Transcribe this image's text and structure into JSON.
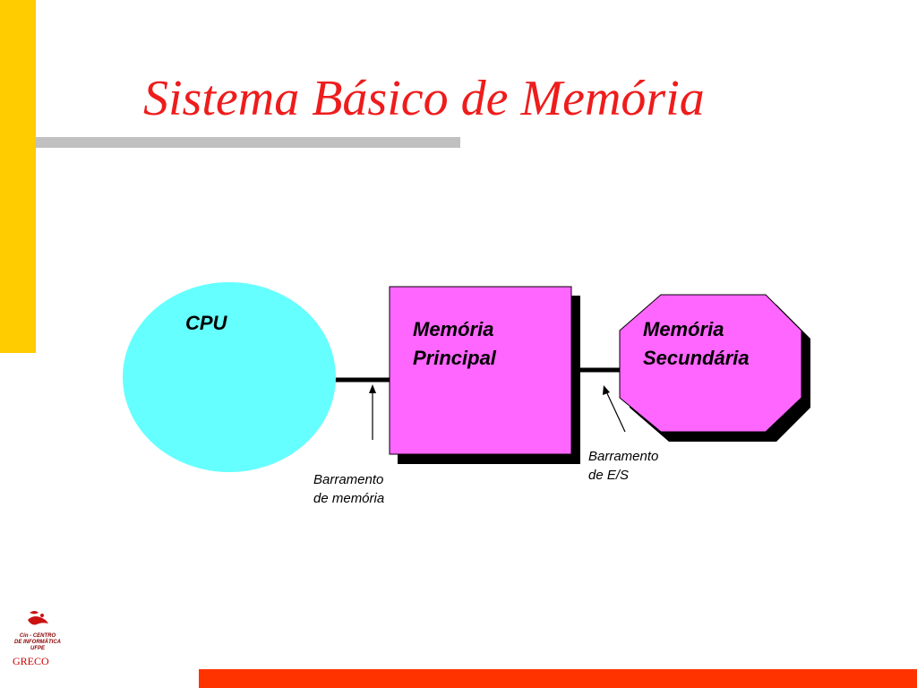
{
  "slide": {
    "title": "Sistema Básico de Memória"
  },
  "diagram": {
    "cpu_label": "CPU",
    "main_memory_label": [
      "Memória",
      "Principal"
    ],
    "secondary_memory_label": [
      "Memória",
      "Secundária"
    ],
    "memory_bus_label": [
      "Barramento",
      "de memória"
    ],
    "io_bus_label": [
      "Barramento",
      "de E/S"
    ]
  },
  "colors": {
    "accent_yellow": "#ffcc00",
    "title_red": "#ee1c1c",
    "cpu_cyan": "#66ffff",
    "memory_magenta": "#ff66ff",
    "footer_orange": "#ff3300"
  },
  "logo": {
    "icon": "cin-ufpe-logo-icon",
    "text": [
      "Cin - CENTRO",
      "DE INFORMÁTICA",
      "UFPE"
    ]
  },
  "footer": {
    "greco": "GRECO"
  }
}
